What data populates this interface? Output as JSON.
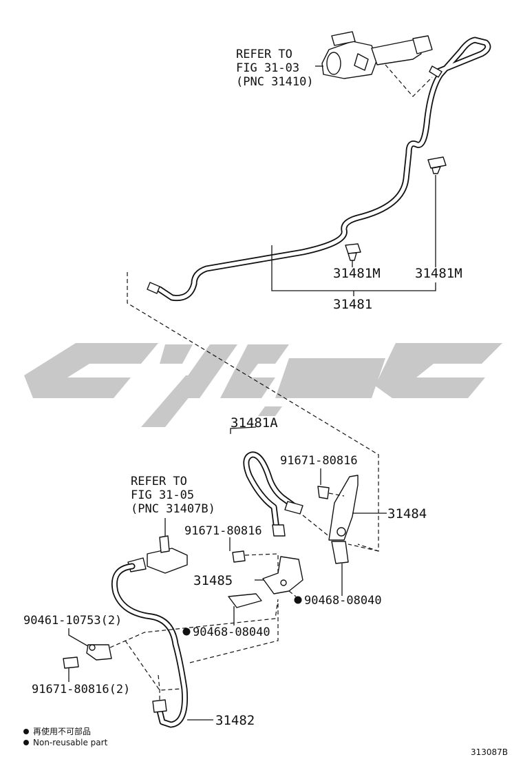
{
  "refer_top": [
    "REFER TO",
    "FIG 31-03",
    "(PNC 31410)"
  ],
  "refer_mid": [
    "REFER TO",
    "FIG 31-05",
    "(PNC 31407B)"
  ],
  "labels": {
    "p31481m_a": "31481M",
    "p31481m_b": "31481M",
    "p31481": "31481",
    "p31481a": "31481A",
    "p91671_a": "91671-80816",
    "p31484": "31484",
    "p91671_b": "91671-80816",
    "p31485": "31485",
    "p90468_a": "90468-08040",
    "p90461": "90461-10753(2)",
    "p90468_b": "90468-08040",
    "p91671_c": "91671-80816(2)",
    "p31482": "31482"
  },
  "legend": {
    "line1": "再使用不可部品",
    "line2": "Non-reusable part"
  },
  "figure_number": "313087B",
  "colors": {
    "ink": "#111111",
    "watermark": "#c8c8c8",
    "background": "#ffffff"
  }
}
